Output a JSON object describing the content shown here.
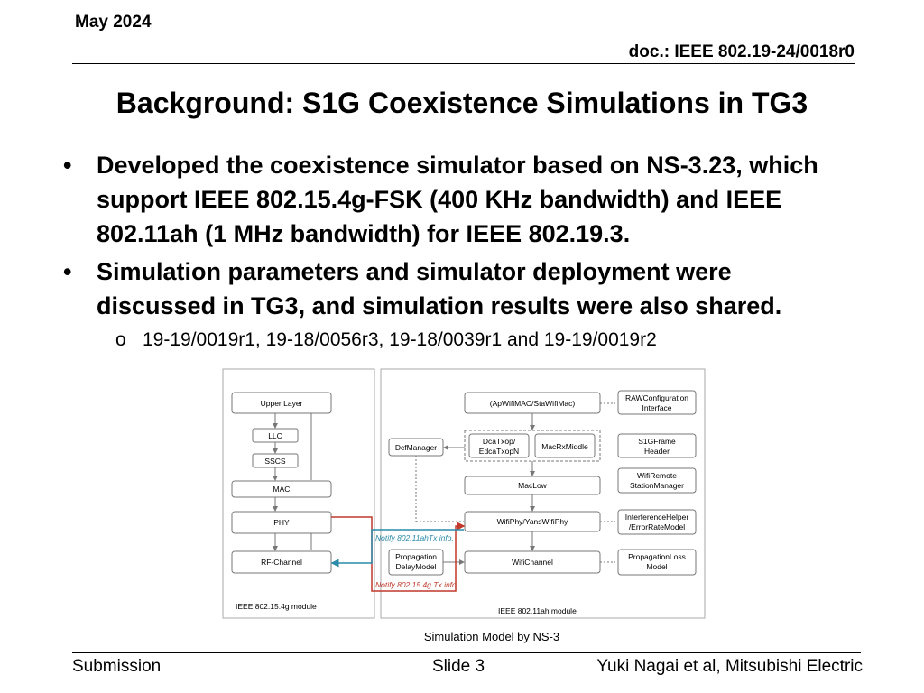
{
  "header": {
    "date": "May 2024",
    "doc": "doc.: IEEE 802.19-24/0018r0"
  },
  "title": "Background: S1G Coexistence Simulations in TG3",
  "bullets": [
    "Developed the coexistence simulator based on NS-3.23, which support IEEE 802.15.4g-FSK (400 KHz bandwidth) and IEEE 802.11ah (1 MHz bandwidth) for IEEE 802.19.3.",
    "Simulation parameters and simulator deployment were discussed in TG3, and simulation results were also shared."
  ],
  "subbullet": "19-19/0019r1, 19-18/0056r3, 19-18/0039r1 and 19-19/0019r2",
  "diagram": {
    "left_module": "IEEE 802.15.4g module",
    "right_module": "IEEE 802.11ah module",
    "blocks_left": [
      "Upper Layer",
      "LLC",
      "SSCS",
      "MAC",
      "PHY",
      "RF-Channel"
    ],
    "blocks_right": {
      "apwifimac": "(ApWifiMAC/StaWifiMac)",
      "dca1": "DcaTxop/",
      "dca2": "EdcaTxopN",
      "macrxmiddle": "MacRxMiddle",
      "dcfmanager": "DcfManager",
      "maclow": "MacLow",
      "wifiphy": "WifiPhy/YansWifiPhy",
      "propdelay1": "Propagation",
      "propdelay2": "DelayModel",
      "wifichannel": "WifiChannel"
    },
    "blocks_side": {
      "raw1": "RAWConfiguration",
      "raw2": "Interface",
      "s1g1": "S1GFrame",
      "s1g2": "Header",
      "remote1": "WifiRemote",
      "remote2": "StationManager",
      "interf1": "InterferenceHelper",
      "interf2": "/ErrorRateModel",
      "proploss1": "PropagationLoss",
      "proploss2": "Model"
    },
    "notify_11ah": "Notify 802.11ahTx info.",
    "notify_154g": "Notify 802.15.4g Tx info.",
    "colors": {
      "red": "#c0392b",
      "blue": "#2a8aa8"
    }
  },
  "caption": "Simulation Model by NS-3",
  "footer": {
    "left": "Submission",
    "center": "Slide 3",
    "right": "Yuki Nagai et al, Mitsubishi Electric"
  }
}
